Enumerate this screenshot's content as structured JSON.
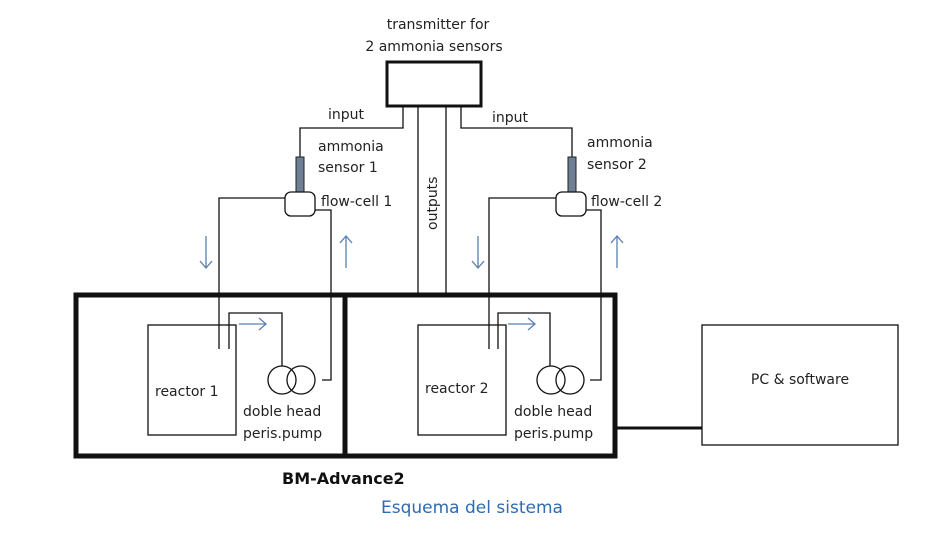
{
  "diagram": {
    "transmitter_label_line1": "transmitter for",
    "transmitter_label_line2": "2 ammonia sensors",
    "input_left": "input",
    "input_right": "input",
    "sensor1_line1": "ammonia",
    "sensor1_line2": "sensor 1",
    "sensor2_line1": "ammonia",
    "sensor2_line2": "sensor 2",
    "flowcell1": "flow-cell 1",
    "flowcell2": "flow-cell 2",
    "outputs": "outputs",
    "reactor1": "reactor 1",
    "reactor2": "reactor 2",
    "pump1_line1": "doble head",
    "pump1_line2": "peris.pump",
    "pump2_line1": "doble head",
    "pump2_line2": "peris.pump",
    "pc": "PC & software",
    "device_name": "BM-Advance2",
    "caption": "Esquema del sistema",
    "colors": {
      "line": "#111111",
      "arrow": "#5b7fb0",
      "sensor": "#6f7f96",
      "caption": "#2e6bb0"
    }
  }
}
